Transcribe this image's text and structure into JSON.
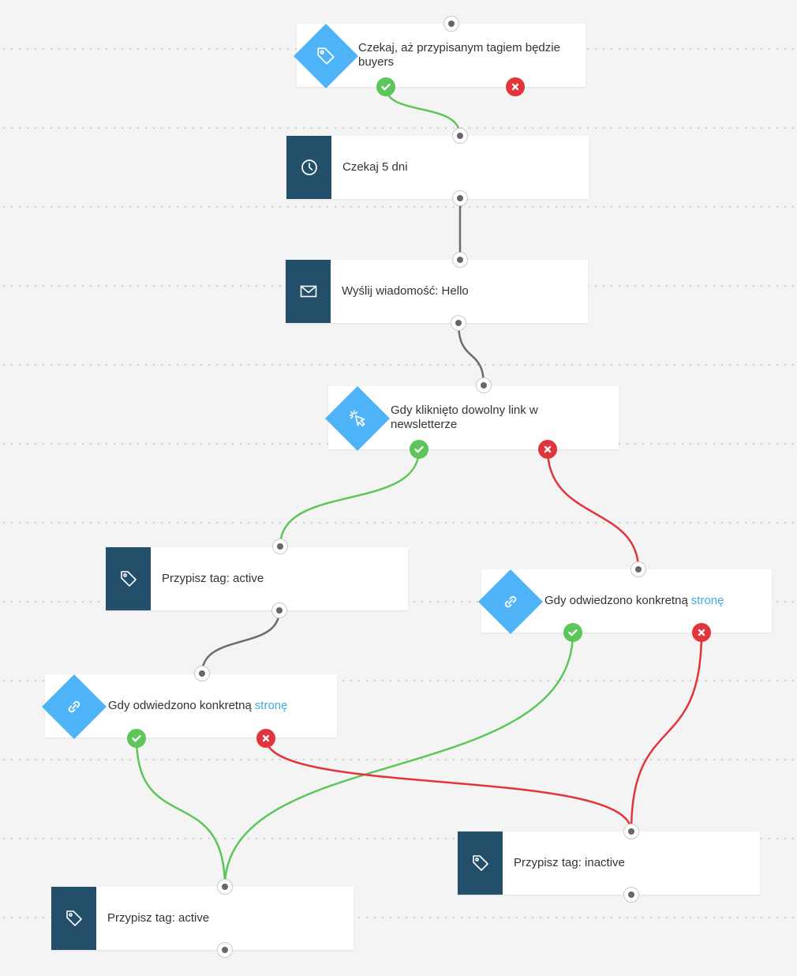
{
  "colors": {
    "dark_tile": "#234f6b",
    "condition_tile": "#4fb4f7",
    "yes": "#5cc65a",
    "no": "#e2343b",
    "neutral_wire": "#6b6b6b",
    "link": "#42a9e0"
  },
  "nodes": {
    "wait_tag": {
      "text": "Czekaj, aż przypisanym tagiem będzie buyers",
      "icon": "tag-icon"
    },
    "wait_days": {
      "text": "Czekaj 5 dni",
      "icon": "clock-icon"
    },
    "send_message": {
      "text": "Wyślij wiadomość: Hello",
      "icon": "envelope-icon"
    },
    "link_clicked": {
      "text": "Gdy kliknięto dowolny link w newsletterze",
      "icon": "cursor-click-icon"
    },
    "tag_active_1": {
      "text": "Przypisz tag: active",
      "icon": "tag-icon"
    },
    "visited_right": {
      "text": "Gdy odwiedzono konkretną",
      "link": "stronę",
      "icon": "link-icon"
    },
    "visited_left": {
      "text": "Gdy odwiedzono konkretną",
      "link": "stronę",
      "icon": "link-icon"
    },
    "tag_inactive": {
      "text": "Przypisz tag: inactive",
      "icon": "tag-icon"
    },
    "tag_active_2": {
      "text": "Przypisz tag: active",
      "icon": "tag-icon"
    }
  }
}
